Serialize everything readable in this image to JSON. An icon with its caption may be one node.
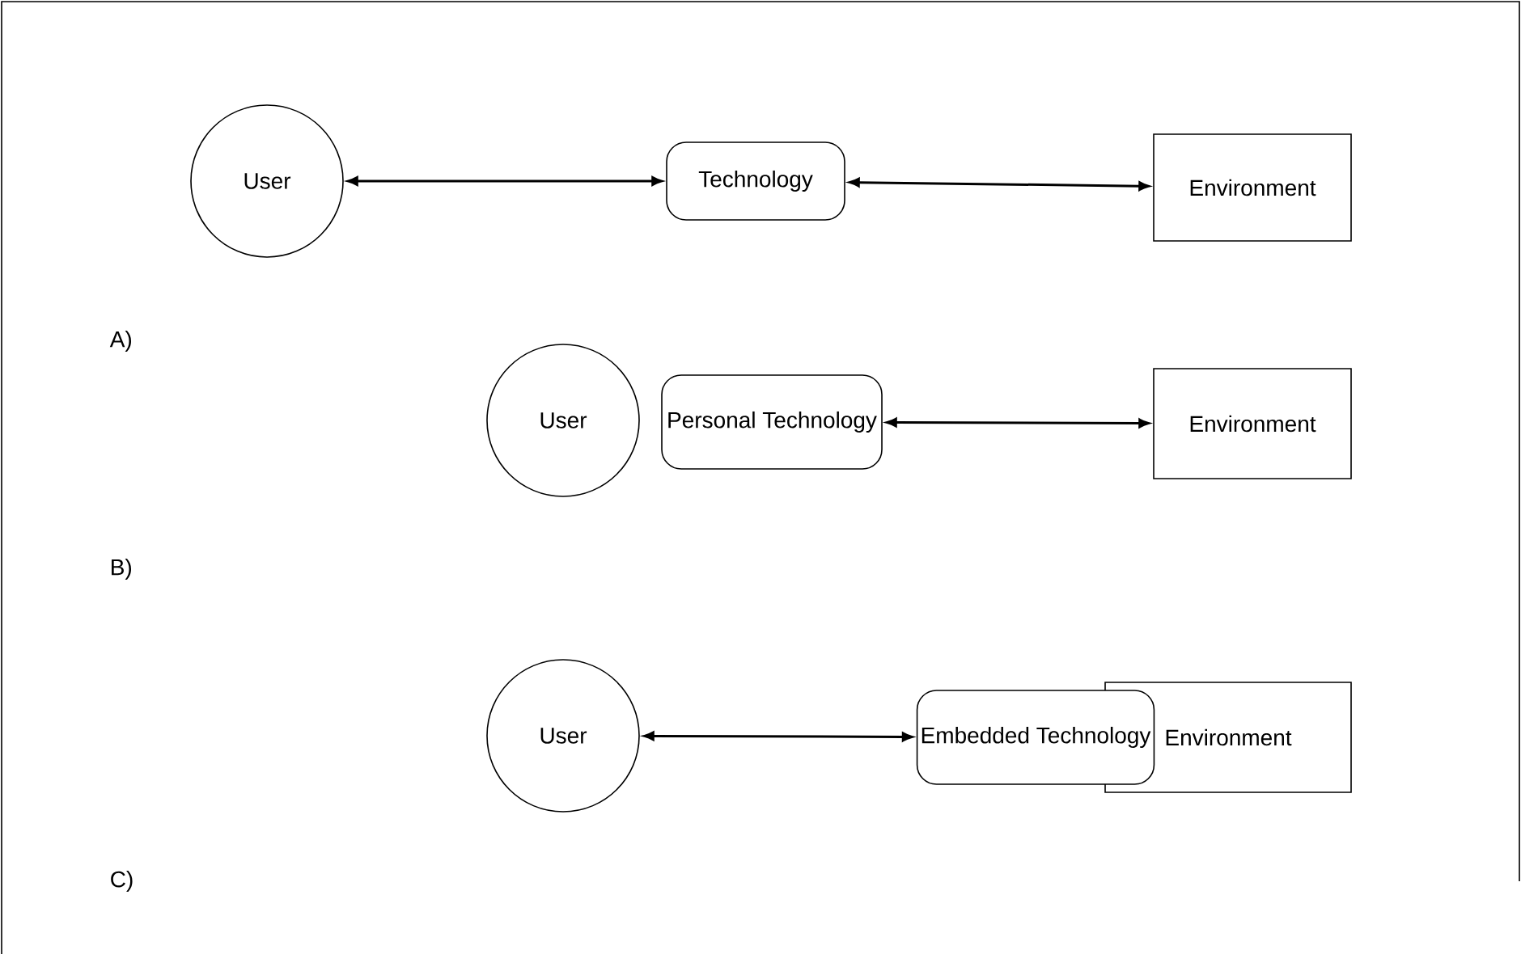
{
  "diagram": {
    "nodes": [
      {
        "text": [
          "User"
        ]
      },
      {
        "text": [
          "Technology"
        ]
      },
      {
        "text": [
          "Environment"
        ]
      },
      {
        "text": [
          "User"
        ]
      },
      {
        "text": [
          "Personal Technology"
        ]
      },
      {
        "text": [
          "Environment"
        ]
      },
      {
        "text": [
          "User"
        ]
      },
      {
        "text": [
          "Embedded Technology"
        ]
      },
      {
        "text": [
          "Environment"
        ]
      }
    ],
    "edges": [
      {
        "from": 0,
        "to": 1,
        "arrow": "both"
      },
      {
        "from": 1,
        "to": 2,
        "arrow": "both"
      },
      {
        "from": 4,
        "to": 5,
        "arrow": "both"
      },
      {
        "from": 6,
        "to": 7,
        "arrow": "both"
      }
    ],
    "labels": [
      "A)",
      "B)",
      "C)"
    ]
  }
}
